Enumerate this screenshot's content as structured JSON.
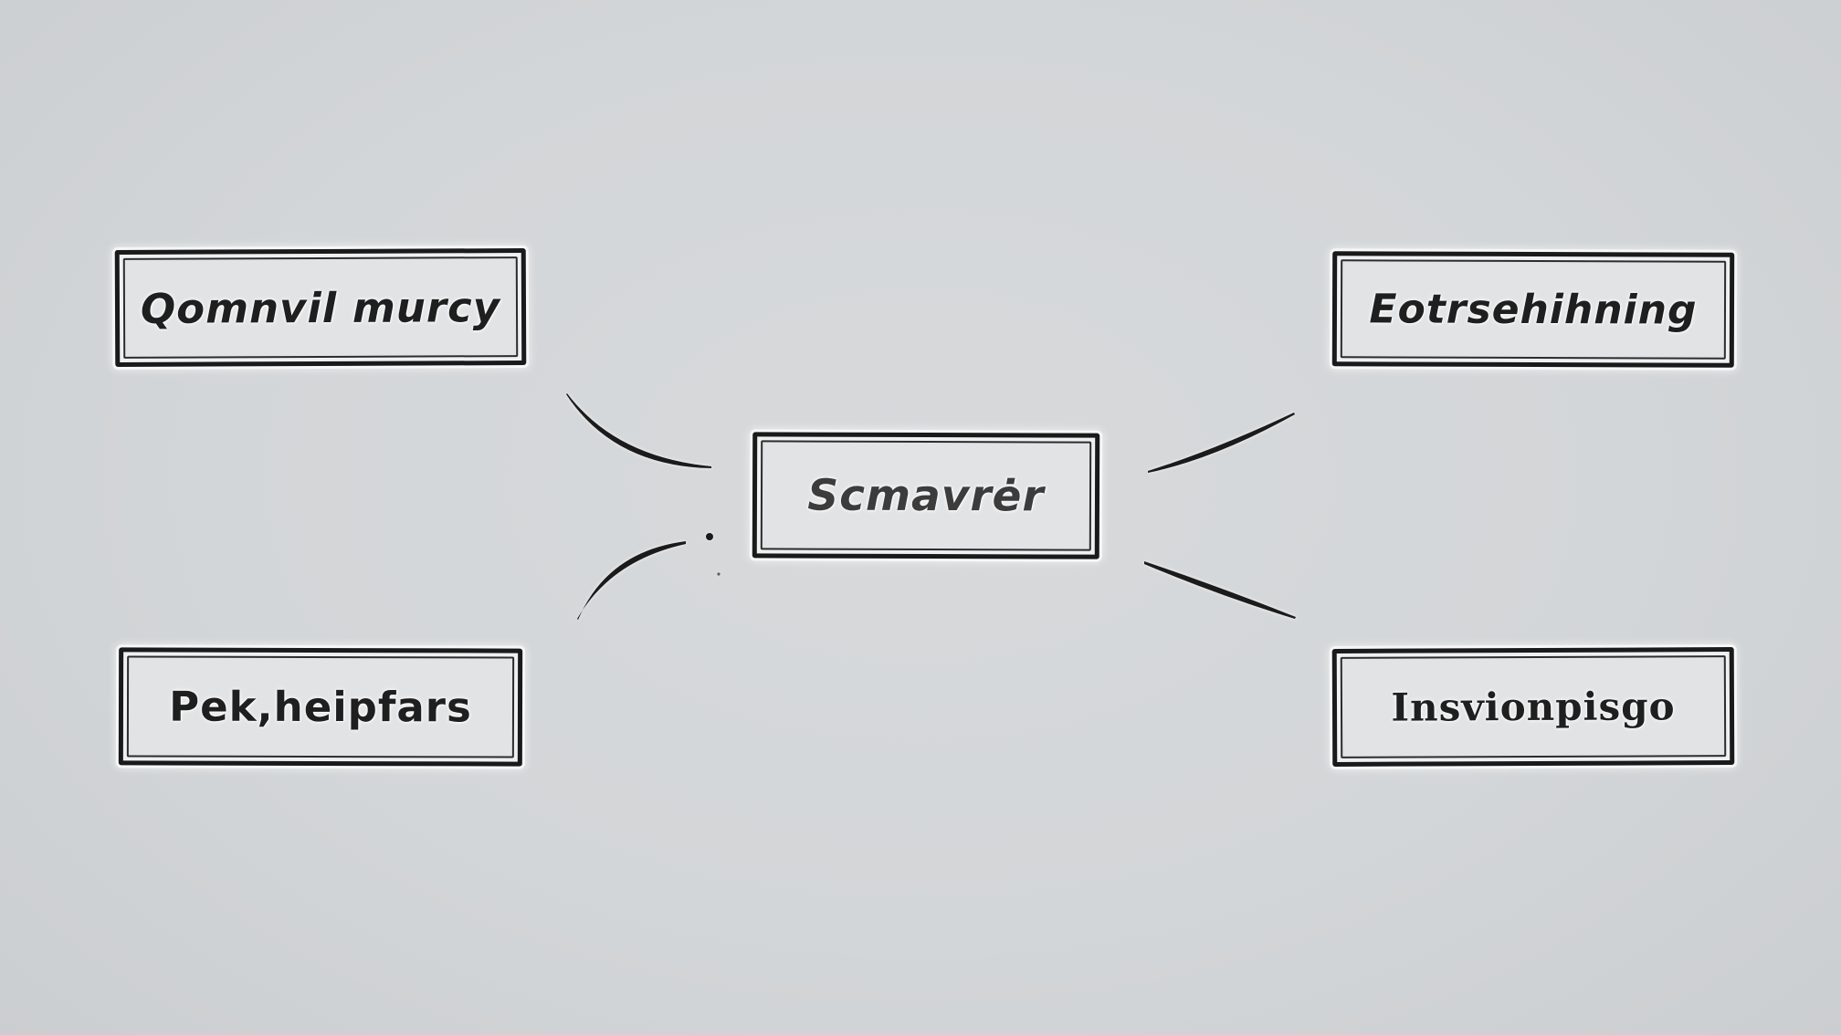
{
  "diagram": {
    "title": "hand-drawn concept map",
    "center_node": {
      "label": "Scmavrėr"
    },
    "nodes": [
      {
        "id": "top-left",
        "label": "Qomnvil murcy"
      },
      {
        "id": "top-right",
        "label": "Eotrsehihning"
      },
      {
        "id": "bottom-left",
        "label": "Pek,heipfars"
      },
      {
        "id": "bottom-right",
        "label": "Insvionpisgo"
      }
    ],
    "connector_count": 4,
    "colors": {
      "background": "#d3d6d8",
      "box_fill": "#e1e3e5",
      "box_halo": "#eef0f1",
      "stroke": "#1a1a1a",
      "label_text": "#1f1f1f",
      "center_label_text": "#3c3c3c"
    }
  }
}
